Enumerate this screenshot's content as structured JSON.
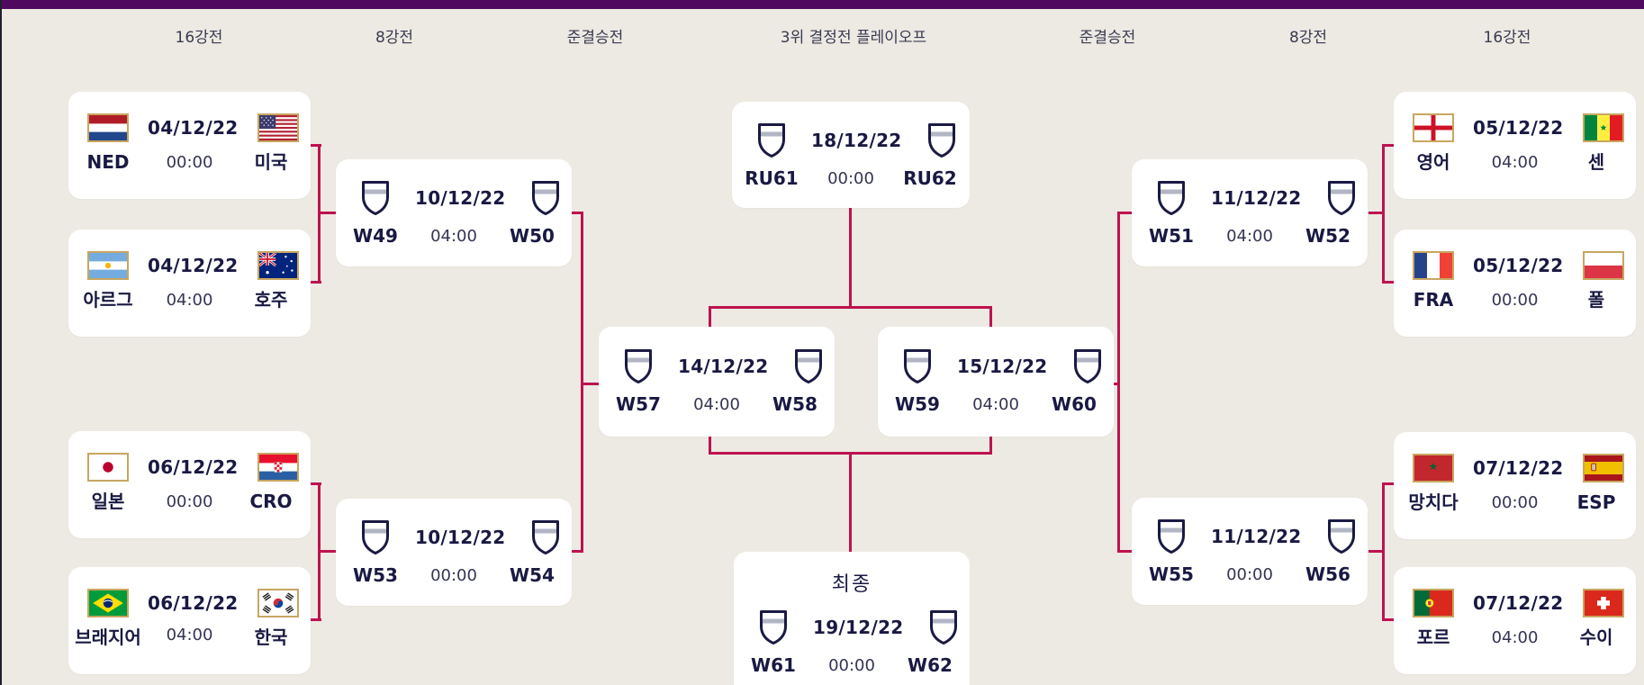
{
  "topbar": {
    "color": "#4F0A60"
  },
  "colors": {
    "background": "#ECEAE2",
    "card": "#FFFFFF",
    "connector_line": "#BE1250",
    "text_navy": "#191943",
    "flag_border_gold": "#C8A661"
  },
  "round_headers": [
    "16강전",
    "8강전",
    "준결승전",
    "3위 결정전 플레이오프",
    "준결승전",
    "8강전",
    "16강전"
  ],
  "matches": {
    "r16_left": [
      {
        "home": {
          "name": "NED",
          "flag": "ned"
        },
        "date": "04/12/22",
        "time": "00:00",
        "away": {
          "name": "미국",
          "flag": "usa"
        }
      },
      {
        "home": {
          "name": "아르그",
          "flag": "arg"
        },
        "date": "04/12/22",
        "time": "04:00",
        "away": {
          "name": "호주",
          "flag": "aus"
        }
      },
      {
        "home": {
          "name": "일본",
          "flag": "jpn"
        },
        "date": "06/12/22",
        "time": "00:00",
        "away": {
          "name": "CRO",
          "flag": "cro"
        }
      },
      {
        "home": {
          "name": "브래지어",
          "flag": "bra"
        },
        "date": "06/12/22",
        "time": "04:00",
        "away": {
          "name": "한국",
          "flag": "kor"
        }
      }
    ],
    "qf_left": [
      {
        "home": "W49",
        "date": "10/12/22",
        "time": "04:00",
        "away": "W50"
      },
      {
        "home": "W53",
        "date": "10/12/22",
        "time": "00:00",
        "away": "W54"
      }
    ],
    "sf_left": {
      "home": "W57",
      "date": "14/12/22",
      "time": "04:00",
      "away": "W58"
    },
    "third_place": {
      "home": "RU61",
      "date": "18/12/22",
      "time": "00:00",
      "away": "RU62"
    },
    "final": {
      "title": "최종",
      "home": "W61",
      "date": "19/12/22",
      "time": "00:00",
      "away": "W62"
    },
    "sf_right": {
      "home": "W59",
      "date": "15/12/22",
      "time": "04:00",
      "away": "W60"
    },
    "qf_right": [
      {
        "home": "W51",
        "date": "11/12/22",
        "time": "04:00",
        "away": "W52"
      },
      {
        "home": "W55",
        "date": "11/12/22",
        "time": "00:00",
        "away": "W56"
      }
    ],
    "r16_right": [
      {
        "home": {
          "name": "영어",
          "flag": "eng"
        },
        "date": "05/12/22",
        "time": "04:00",
        "away": {
          "name": "센",
          "flag": "sen"
        }
      },
      {
        "home": {
          "name": "FRA",
          "flag": "fra"
        },
        "date": "05/12/22",
        "time": "00:00",
        "away": {
          "name": "폴",
          "flag": "pol"
        }
      },
      {
        "home": {
          "name": "망치다",
          "flag": "mar"
        },
        "date": "07/12/22",
        "time": "00:00",
        "away": {
          "name": "ESP",
          "flag": "esp"
        }
      },
      {
        "home": {
          "name": "포르",
          "flag": "por"
        },
        "date": "07/12/22",
        "time": "04:00",
        "away": {
          "name": "수이",
          "flag": "sui"
        }
      }
    ]
  }
}
